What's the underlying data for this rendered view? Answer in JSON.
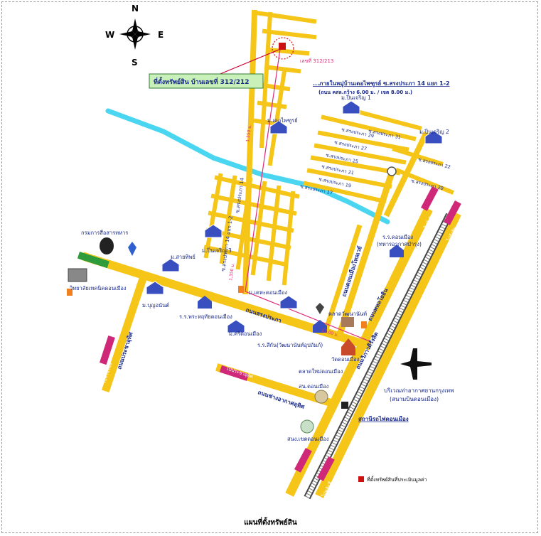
{
  "compass": {
    "north": "N",
    "south": "S",
    "east": "E",
    "west": "W"
  },
  "property_callout": "ที่ตั้งทรัพย์สิน บ้านเลขที่ 312/212",
  "house_no_tag": "เลขที่ 312/213",
  "village_title": "...ภายในหมู่บ้านเดอไพฑูรย์ ซ.สรงประภา 14 แยก 1-2",
  "village_subtitle": "(ถนน คสล.กว้าง 6.00 ม. / เขต 8.00 ม.)",
  "roads": {
    "songprapha": "ถนนสรงประภา",
    "prachautit": "ถนนประชาอุทิศ",
    "changakat": "ถนนช่างอากาศอุทิศ",
    "don_mueang_tollway": "ถนนดอนเมืองโทลเวย์",
    "vibhavadi": "ถนนวิภาวดีรังสิต",
    "phahonyothin": "ถนนพหลโยธิน",
    "soi_songprapha_14": "ซ.สรงประภา 14",
    "soi_14_1_2": "ซ.สรงประภา 14 แยก 1-2"
  },
  "sois": [
    "ซ.สรงประภา 31",
    "ซ.สรงประภา 29",
    "ซ.สรงประภา 27",
    "ซ.สรงประภา 25",
    "ซ.สรงประภา 21",
    "ซ.สรงประภา 19",
    "ซ.สรงประภา 17",
    "ซ.สรงประภา 22",
    "ซ.สรงประภา 20"
  ],
  "destinations": {
    "to_bangkhen": "ไปบางเขน",
    "to_bangkhen_2": "ไปบางเขน",
    "to_rangsit": "ไปรังสิต",
    "to_rangsit_2": "ไปรังสิต",
    "to_laksi": "ไปหลักสี่",
    "to_prachautit": "ไปประชาอุทิศ",
    "to_saimai": "ไปสายไหม"
  },
  "places": {
    "village_derphaitoon": "ม.เดอไพฑูรย์",
    "village_pinjaroen1": "ม.ปิ่นเจริญ 1",
    "village_pinjaroen2": "ม.ปิ่นเจริญ 2",
    "village_pinjaroen3": "ม.ปิ่นเจริญ 3",
    "village_saithip": "ม.สายทิพย์",
    "village_boonrungrot": "ม.บุญอนันต์",
    "village_kanokwan": "ม.เคหะดอนเมือง",
    "village_sridonmueang": "ม.ศรีดอนเมือง",
    "army_comm_dept": "กรมการสื่อสารทหาร",
    "tech_college": "วิทยาลัยเทคนิคดอนเมือง",
    "school_phrayaithon": "ร.ร.พระหฤทัยดอนเมือง",
    "school_sikan": "ร.ร.สีกัน(วัฒนานันท์อุปถัมภ์)",
    "school_donmueang": "ร.ร.ดอนเมือง",
    "school_donmueang_sub": "(ทหารอากาศบำรุง)",
    "market": "ตลาดวัฒนานันท์",
    "temple": "วัดดอนเมือง",
    "market_2": "ตลาดใหม่ดอนเมือง",
    "police": "สน.ดอนเมือง",
    "district_office": "สนง.เขตดอนเมือง",
    "airport": "บริเวณท่าอากาศยานกรุงเทพ",
    "airport_sub": "(สนามบินดอนเมือง)",
    "station": "สถานีรถไฟดอนเมือง"
  },
  "distances": {
    "d1": "1,350 ม.",
    "d2": "1,350 ม.",
    "d3": "13.00 ม."
  },
  "legend_text": "ที่ตั้งทรัพย์สินที่ประเมินมูลค่า",
  "caption": "แผนที่ตั้งทรัพย์สิน",
  "colors": {
    "road": "#f5c518",
    "road_edge": "#c9a000",
    "canal": "#4ad6f0",
    "sign_green": "#2e9c3a",
    "label_blue": "#1a2a8c",
    "property_red": "#cc1111",
    "route_red": "#e02a78",
    "rail": "#555555"
  }
}
